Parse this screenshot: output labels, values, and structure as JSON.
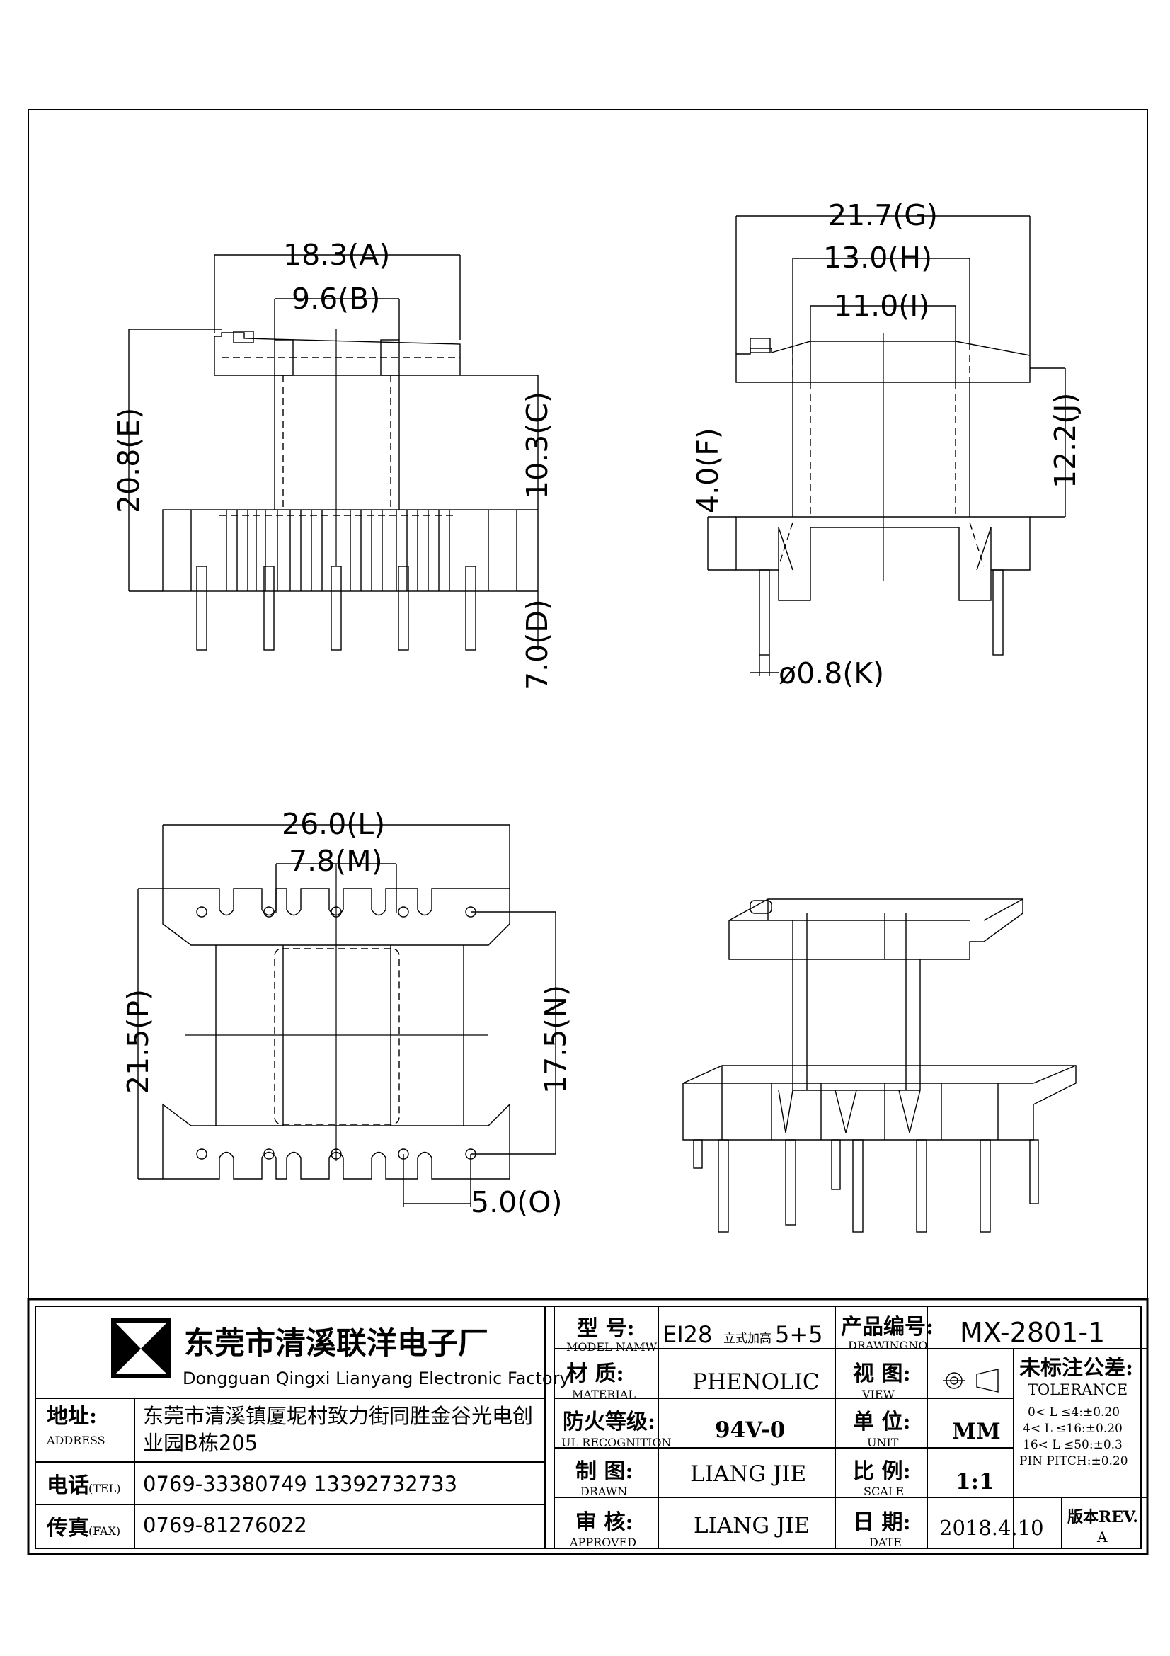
{
  "dimensions": {
    "A": "18.3(A)",
    "B": "9.6(B)",
    "C": "10.3(C)",
    "D": "7.0(D)",
    "E": "20.8(E)",
    "F": "4.0(F)",
    "G": "21.7(G)",
    "H": "13.0(H)",
    "I": "11.0(I)",
    "J": "12.2(J)",
    "K": "ø0.8(K)",
    "L": "26.0(L)",
    "M": "7.8(M)",
    "N": "17.5(N)",
    "O": "5.0(O)",
    "P": "21.5(P)"
  },
  "title_block": {
    "company_cn": "东莞市清溪联洋电子厂",
    "company_en": "Dongguan Qingxi Lianyang Electronic Factory",
    "address_label_cn": "地址:",
    "address_label_en": "ADDRESS",
    "address_line1": "东莞市清溪镇厦坭村致力街同胜金谷光电创",
    "address_line2": "业园B栋205",
    "tel_label_cn": "电话",
    "tel_label_en": "(TEL)",
    "tel_value": "0769-33380749    13392732733",
    "fax_label_cn": "传真",
    "fax_label_en": "(FAX)",
    "fax_value": "0769-81276022",
    "model_label_cn": "型  号:",
    "model_label_en": "MODEL NAMW",
    "model_value_a": "EI28",
    "model_value_b": "立式加高",
    "model_value_c": "5+5",
    "material_label_cn": "材  质:",
    "material_label_en": "MATERIAL",
    "material_value": "PHENOLIC",
    "ul_label_cn": "防火等级:",
    "ul_label_en": "UL RECOGNITION",
    "ul_value": "94V-0",
    "drawn_label_cn": "制  图:",
    "drawn_label_en": "DRAWN",
    "drawn_value": "LIANG JIE",
    "approved_label_cn": "审  核:",
    "approved_label_en": "APPROVED",
    "approved_value": "LIANG JIE",
    "drawingno_label_cn": "产品编号:",
    "drawingno_label_en": "DRAWINGNO.",
    "drawingno_value": "MX-2801-1",
    "view_label_cn": "视  图:",
    "view_label_en": "VIEW",
    "unit_label_cn": "单  位:",
    "unit_label_en": "UNIT",
    "unit_value": "MM",
    "scale_label_cn": "比  例:",
    "scale_label_en": "SCALE",
    "scale_value": "1:1",
    "date_label_cn": "日  期:",
    "date_label_en": "DATE",
    "date_value": "2018.4.10",
    "tolerance_label_cn": "未标注公差:",
    "tolerance_label_en": "TOLERANCE",
    "tolerance_lines": [
      "0< L ≤4:±0.20",
      "4< L ≤16:±0.20",
      "16< L ≤50:±0.3",
      "PIN PITCH:±0.20"
    ],
    "rev_label": "版本REV.",
    "rev_value": "A"
  }
}
